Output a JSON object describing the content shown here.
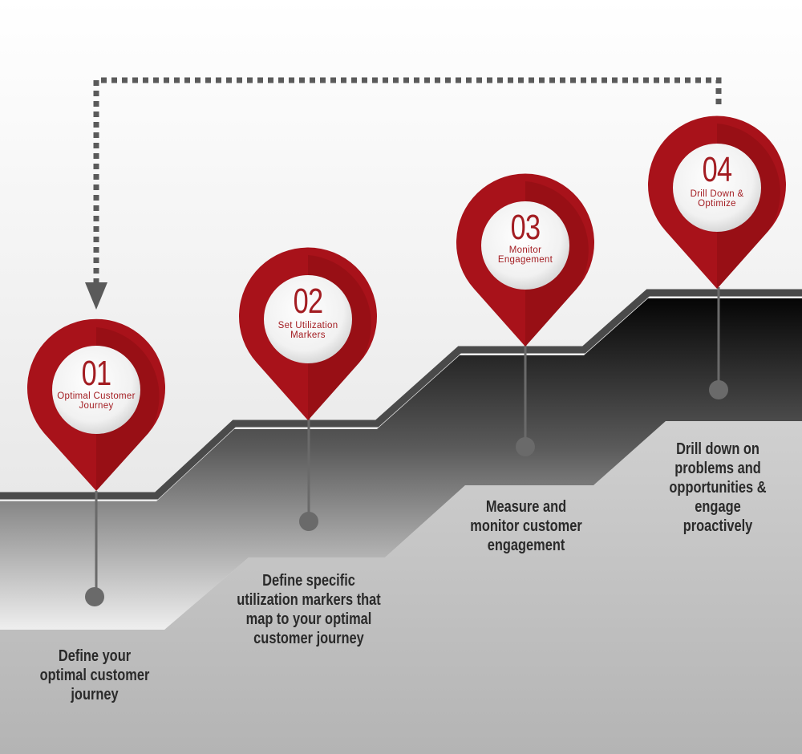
{
  "steps": [
    {
      "number": "01",
      "label": "Optimal Customer Journey",
      "description": "Define your optimal customer journey"
    },
    {
      "number": "02",
      "label": "Set Utilization Markers",
      "description": "Define specific utilization markers that map to your optimal customer journey"
    },
    {
      "number": "03",
      "label": "Monitor Engagement",
      "description": "Measure and monitor customer engagement"
    },
    {
      "number": "04",
      "label": "Drill Down & Optimize",
      "description": "Drill down on problems and opportunities & engage proactively"
    }
  ],
  "colors": {
    "pin_red": "#b3141c",
    "pin_dark": "#7d0d12",
    "number_text": "#a31d22",
    "stairs_top": "#4a4a4a",
    "stem": "#6a6a6a",
    "dotted_arrow": "#5a5a5a"
  }
}
